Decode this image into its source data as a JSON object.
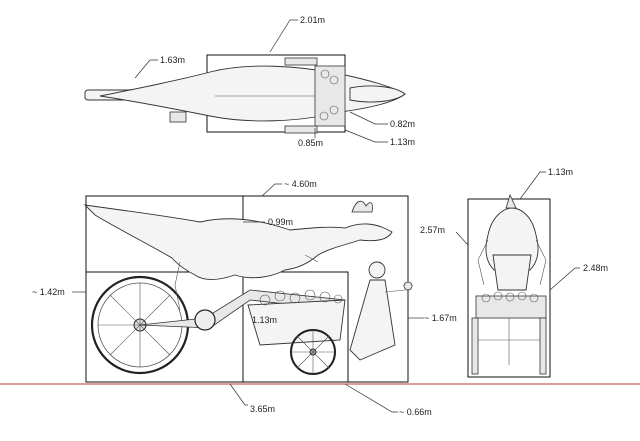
{
  "dimensions": {
    "top_length": "2.01m",
    "top_front": "1.63m",
    "top_width_a": "0.82m",
    "top_width_b": "0.85m",
    "top_width_c": "1.13m",
    "side_total": "~ 4.60m",
    "side_upper": "0.99m",
    "side_left_height": "~ 1.42m",
    "side_mid": "1.13m",
    "side_right_height": "~ 1.67m",
    "ground_length": "3.65m",
    "ground_offset": "~ 0.66m",
    "front_width": "1.13m",
    "front_left_height": "2.57m",
    "front_right_height": "2.48m"
  },
  "colors": {
    "ground_line": "#c0392b",
    "line": "#111111"
  },
  "icons": [
    "dinosaur-rider",
    "tricycle",
    "flower-cart",
    "girl-with-flower"
  ]
}
